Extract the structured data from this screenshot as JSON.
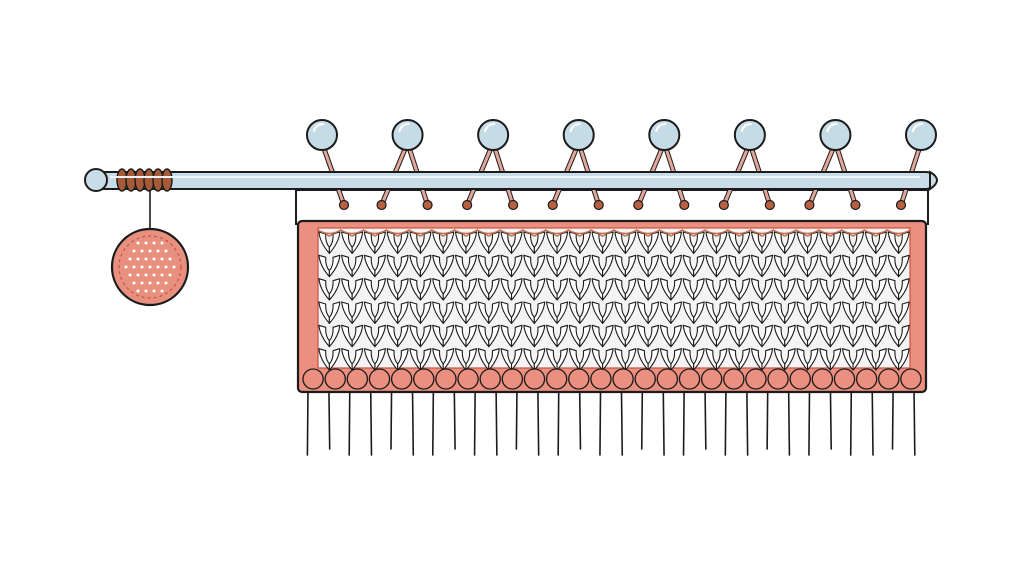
{
  "illustration": {
    "subject": "knitting-on-a-needle",
    "needle_count": 1,
    "pin_count": 8,
    "stitch_rows": 6,
    "stitch_columns": 26,
    "fringe_strands": 30,
    "colors": {
      "outline": "#1b1b1b",
      "needle": "#c9dde8",
      "needle_shadow": "#a9c3d3",
      "pin_head": "#c5dbe6",
      "pin_stem": "#e2a79a",
      "pin_tip": "#b8603f",
      "grip_wrap": "#a75a38",
      "fabric_frame": "#eb8f80",
      "fabric_frame_dark": "#c9523f",
      "fabric_background": "#f4f4f4",
      "stitch_shadow": "#c07050",
      "ball": "#e8907f",
      "ball_dots": "#ffffff",
      "fringe": "#1b1b1b"
    }
  }
}
